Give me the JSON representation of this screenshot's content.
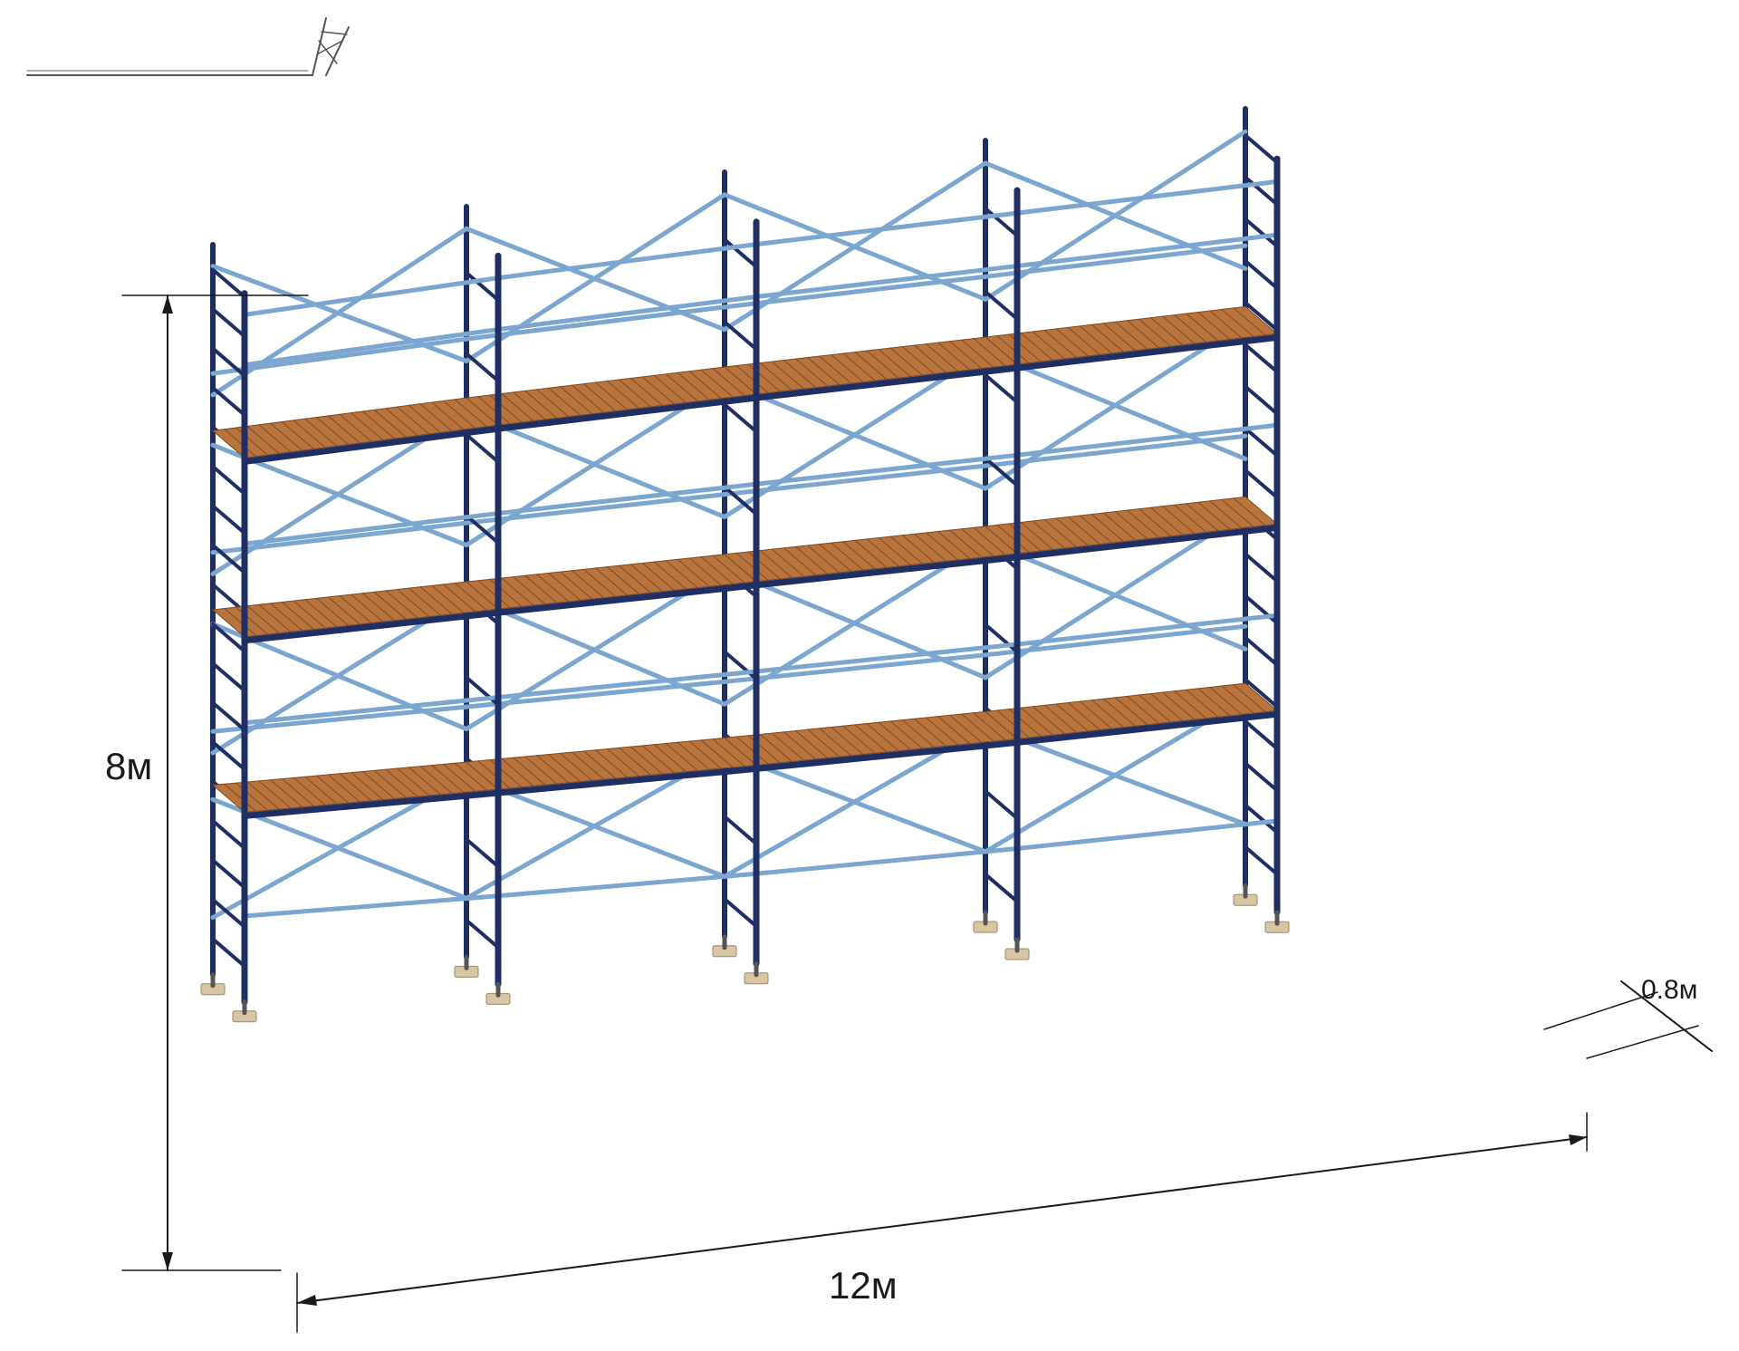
{
  "dimensions": {
    "height": "8м",
    "length": "12м",
    "depth": "0.8м"
  },
  "colors": {
    "frame": "#1f2f63",
    "brace": "#7aa6cf",
    "plank": "#b9743e",
    "plank_grain": "#7d4a22",
    "base_plate": "#d8c6a2",
    "dimension_line": "#1a1a1a"
  },
  "structure": {
    "bays": 4,
    "levels": 3
  }
}
